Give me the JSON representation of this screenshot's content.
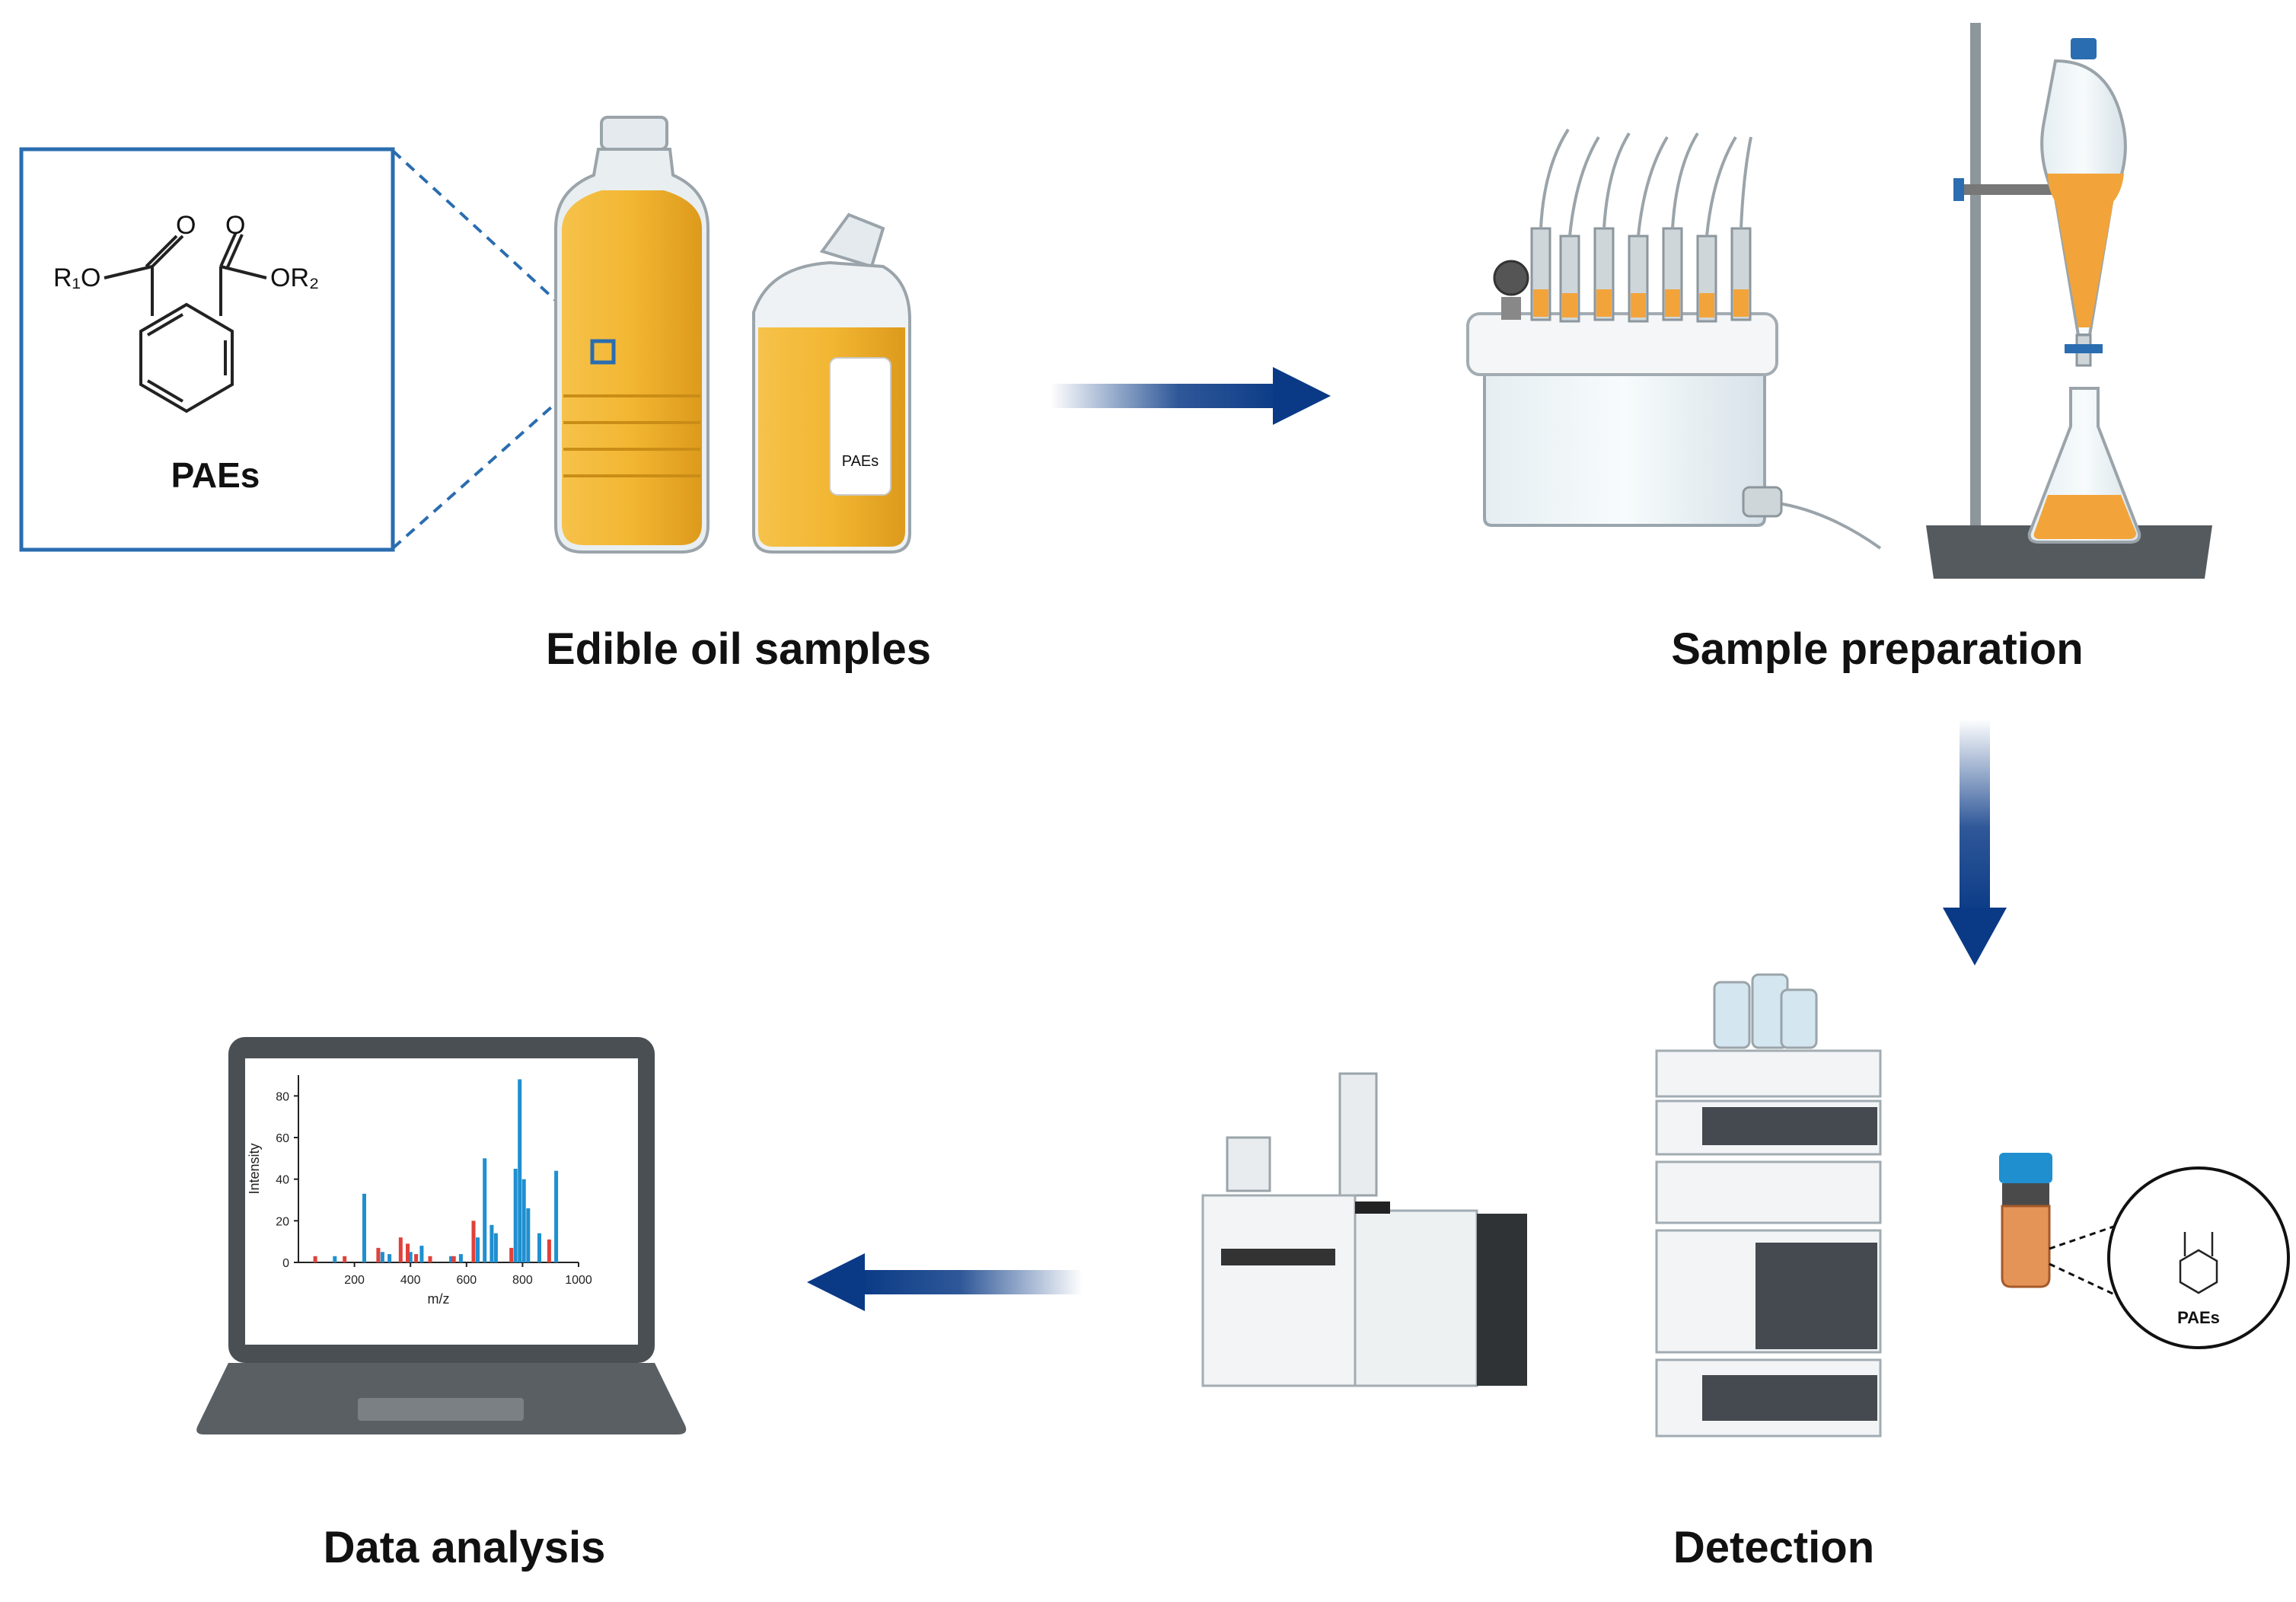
{
  "stages": {
    "edible_oil_samples": "Edible oil samples",
    "sample_preparation": "Sample preparation",
    "detection": "Detection",
    "data_analysis": "Data analysis"
  },
  "molecule": {
    "r1_group": "R₁O",
    "r2_group": "OR₂",
    "oxygen": "O",
    "name": "PAEs"
  },
  "bottle_label": "PAEs",
  "colors": {
    "arrow": "#0a3a86",
    "inset_border": "#2a6db0",
    "oil": "#f2b632",
    "spectrum_blue": "#1f8fd0",
    "spectrum_red": "#e0413a"
  },
  "chart_data": {
    "type": "bar",
    "xlabel": "m/z",
    "ylabel": "Intensity",
    "xlim": [
      0,
      1000
    ],
    "ylim": [
      0,
      90
    ],
    "x_ticks": [
      "200",
      "400",
      "600",
      "800",
      "1000"
    ],
    "y_ticks": [
      "0",
      "20",
      "40",
      "60",
      "80"
    ],
    "series": [
      {
        "color": "#1f8fd0",
        "points": [
          [
            130,
            3
          ],
          [
            235,
            33
          ],
          [
            300,
            5
          ],
          [
            325,
            4
          ],
          [
            400,
            5
          ],
          [
            440,
            8
          ],
          [
            545,
            3
          ],
          [
            580,
            4
          ],
          [
            640,
            12
          ],
          [
            665,
            50
          ],
          [
            690,
            18
          ],
          [
            705,
            14
          ],
          [
            775,
            45
          ],
          [
            790,
            88
          ],
          [
            805,
            40
          ],
          [
            820,
            26
          ],
          [
            860,
            14
          ],
          [
            920,
            44
          ]
        ]
      },
      {
        "color": "#e0413a",
        "points": [
          [
            60,
            3
          ],
          [
            165,
            3
          ],
          [
            285,
            7
          ],
          [
            365,
            12
          ],
          [
            390,
            9
          ],
          [
            420,
            4
          ],
          [
            470,
            3
          ],
          [
            555,
            3
          ],
          [
            625,
            20
          ],
          [
            760,
            7
          ],
          [
            895,
            11
          ]
        ]
      }
    ]
  },
  "icons": [
    "benzene-ring",
    "oil-bottle",
    "spe-manifold",
    "separatory-funnel",
    "lc-stack",
    "gc-ms",
    "sample-vial",
    "laptop",
    "flow-arrow"
  ]
}
